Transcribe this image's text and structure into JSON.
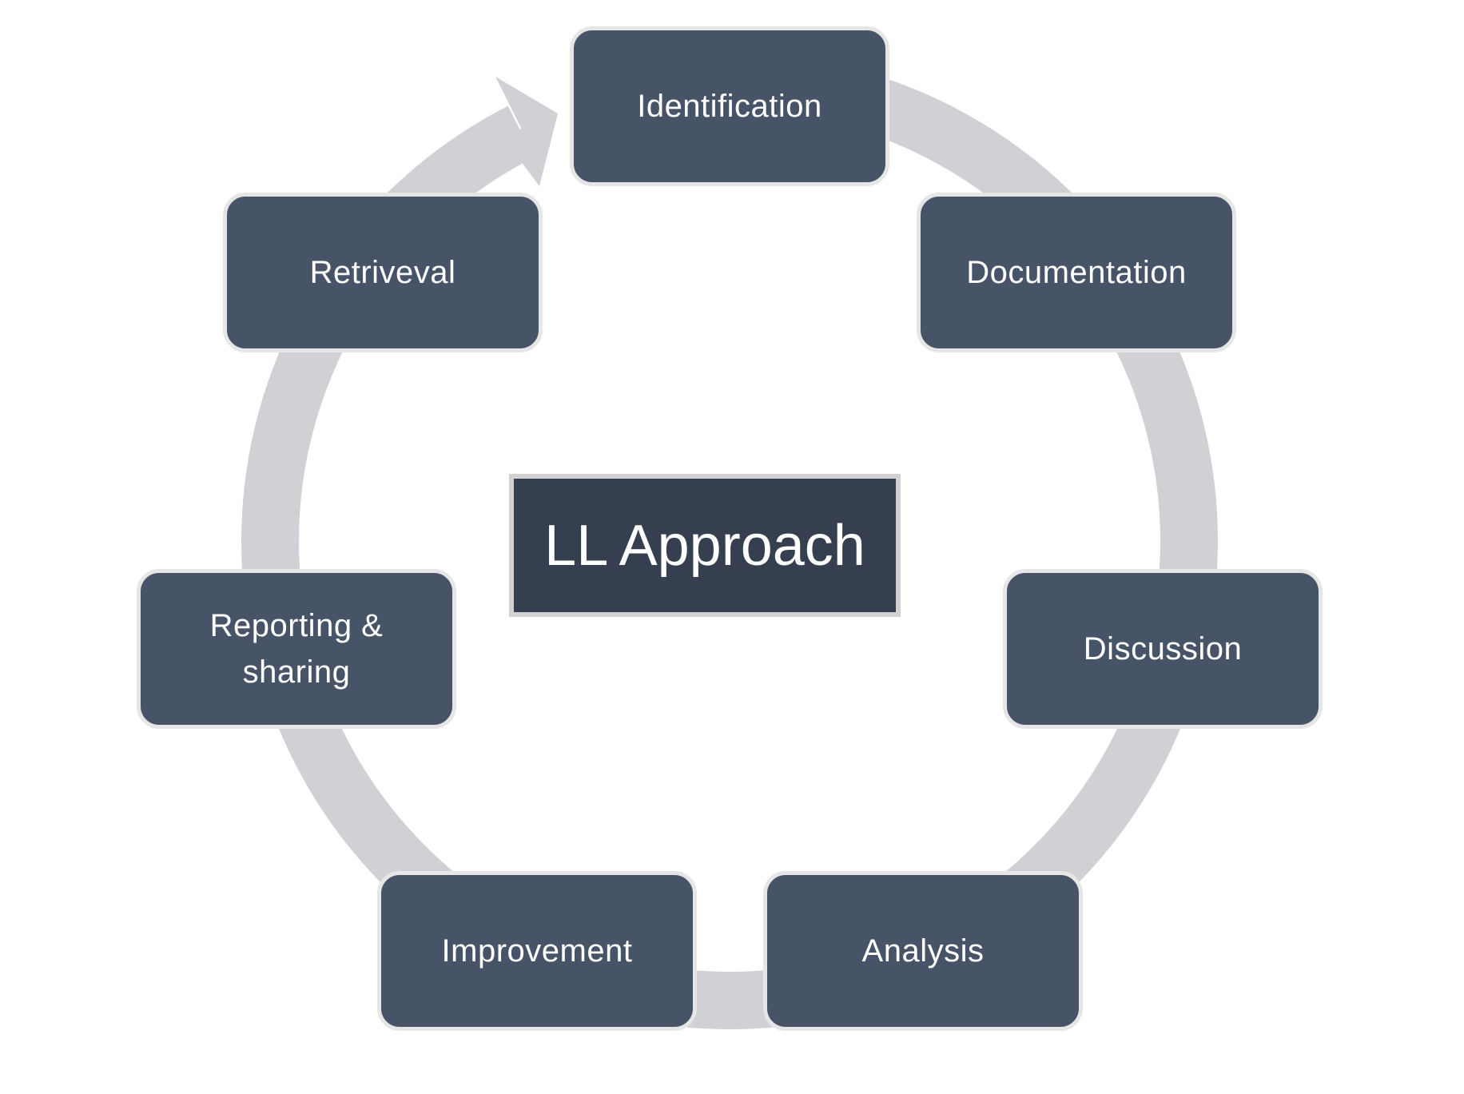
{
  "diagram": {
    "title": "LL Approach",
    "cycle_direction": "clockwise",
    "steps": [
      {
        "id": "identification",
        "label": "Identification"
      },
      {
        "id": "documentation",
        "label": "Documentation"
      },
      {
        "id": "discussion",
        "label": "Discussion"
      },
      {
        "id": "analysis",
        "label": "Analysis"
      },
      {
        "id": "improvement",
        "label": "Improvement"
      },
      {
        "id": "reporting",
        "label": "Reporting &\nsharing"
      },
      {
        "id": "retrieval",
        "label": "Retriveval"
      }
    ]
  },
  "colors": {
    "node_fill": "#475366",
    "node_border": "#e6e6e7",
    "center_fill": "#353f4f",
    "center_border": "#d2d2d2",
    "ring": "#d0d1d5",
    "text": "#ffffff"
  }
}
